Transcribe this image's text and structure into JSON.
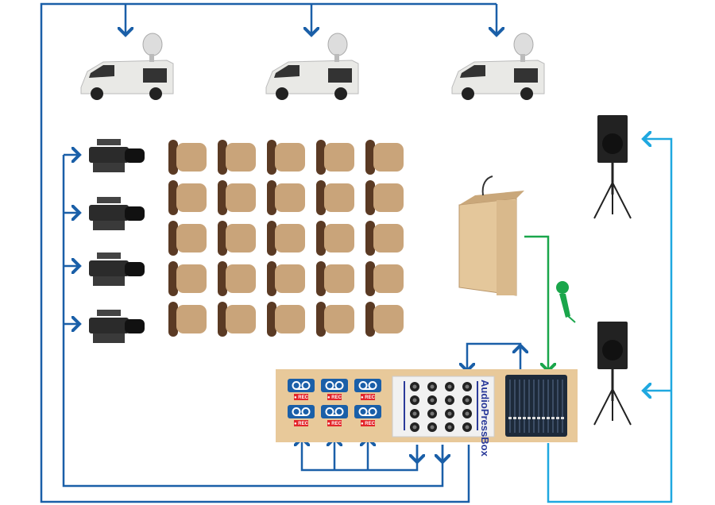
{
  "colors": {
    "video_line": "#1a5fa8",
    "speaker_line": "#1fa8e0",
    "mic_line": "#1aa64b",
    "desk": "#e8c99a",
    "recorder": "#1a5fa8",
    "rec_badge": "#e3262b"
  },
  "recorders": [
    {
      "label": "REC"
    },
    {
      "label": "REC"
    },
    {
      "label": "REC"
    },
    {
      "label": "REC"
    },
    {
      "label": "REC"
    },
    {
      "label": "REC"
    }
  ],
  "press_box": {
    "brand": "AudioPressBox"
  },
  "icons": {
    "van": "satellite-van-icon",
    "camera": "video-camera-icon",
    "chair": "chair-icon",
    "podium": "podium-icon",
    "speaker": "speaker-icon",
    "microphone": "microphone-icon",
    "mixer": "audio-mixer-icon",
    "recorder": "recorder-icon"
  }
}
